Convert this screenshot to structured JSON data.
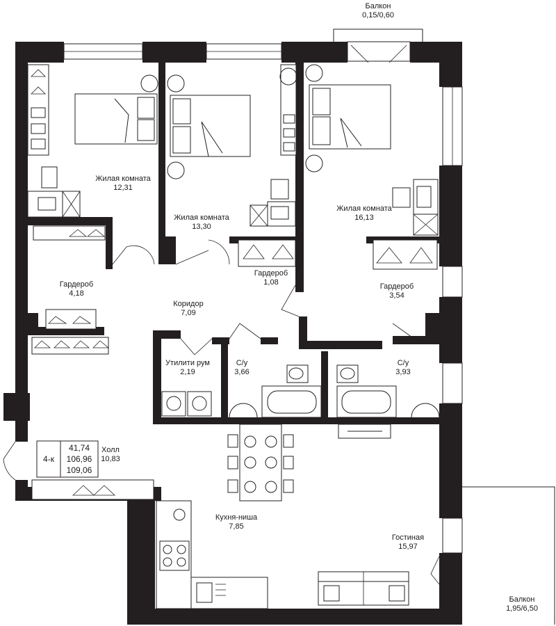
{
  "rooms": [
    {
      "name": "Жилая комната",
      "area": "12,31"
    },
    {
      "name": "Жилая комната",
      "area": "13,30"
    },
    {
      "name": "Жилая комната",
      "area": "16,13"
    },
    {
      "name": "Гардероб",
      "area": "4,18"
    },
    {
      "name": "Гардероб",
      "area": "1,08"
    },
    {
      "name": "Гардероб",
      "area": "3,54"
    },
    {
      "name": "Коридор",
      "area": "7,09"
    },
    {
      "name": "Утилити рум",
      "area": "2,19"
    },
    {
      "name": "С/у",
      "area": "3,66"
    },
    {
      "name": "С/у",
      "area": "3,93"
    },
    {
      "name": "Холл",
      "area": "10,83"
    },
    {
      "name": "Кухня-ниша",
      "area": "7,85"
    },
    {
      "name": "Гостиная",
      "area": "15,97"
    }
  ],
  "balconies": [
    {
      "name": "Балкон",
      "area": "0,15/0,60"
    },
    {
      "name": "Балкон",
      "area": "1,95/6,50"
    }
  ],
  "summary": {
    "type": "4-к",
    "areas": [
      "41,74",
      "106,96",
      "109,06"
    ]
  },
  "icons": [
    "bed-icon",
    "wardrobe-hanger-icon",
    "desk-chair-icon",
    "bathtub-icon",
    "toilet-icon",
    "sink-icon",
    "washing-machine-icon",
    "stove-icon",
    "dining-table-icon",
    "sofa-icon",
    "door-swing-icon",
    "window-icon"
  ]
}
